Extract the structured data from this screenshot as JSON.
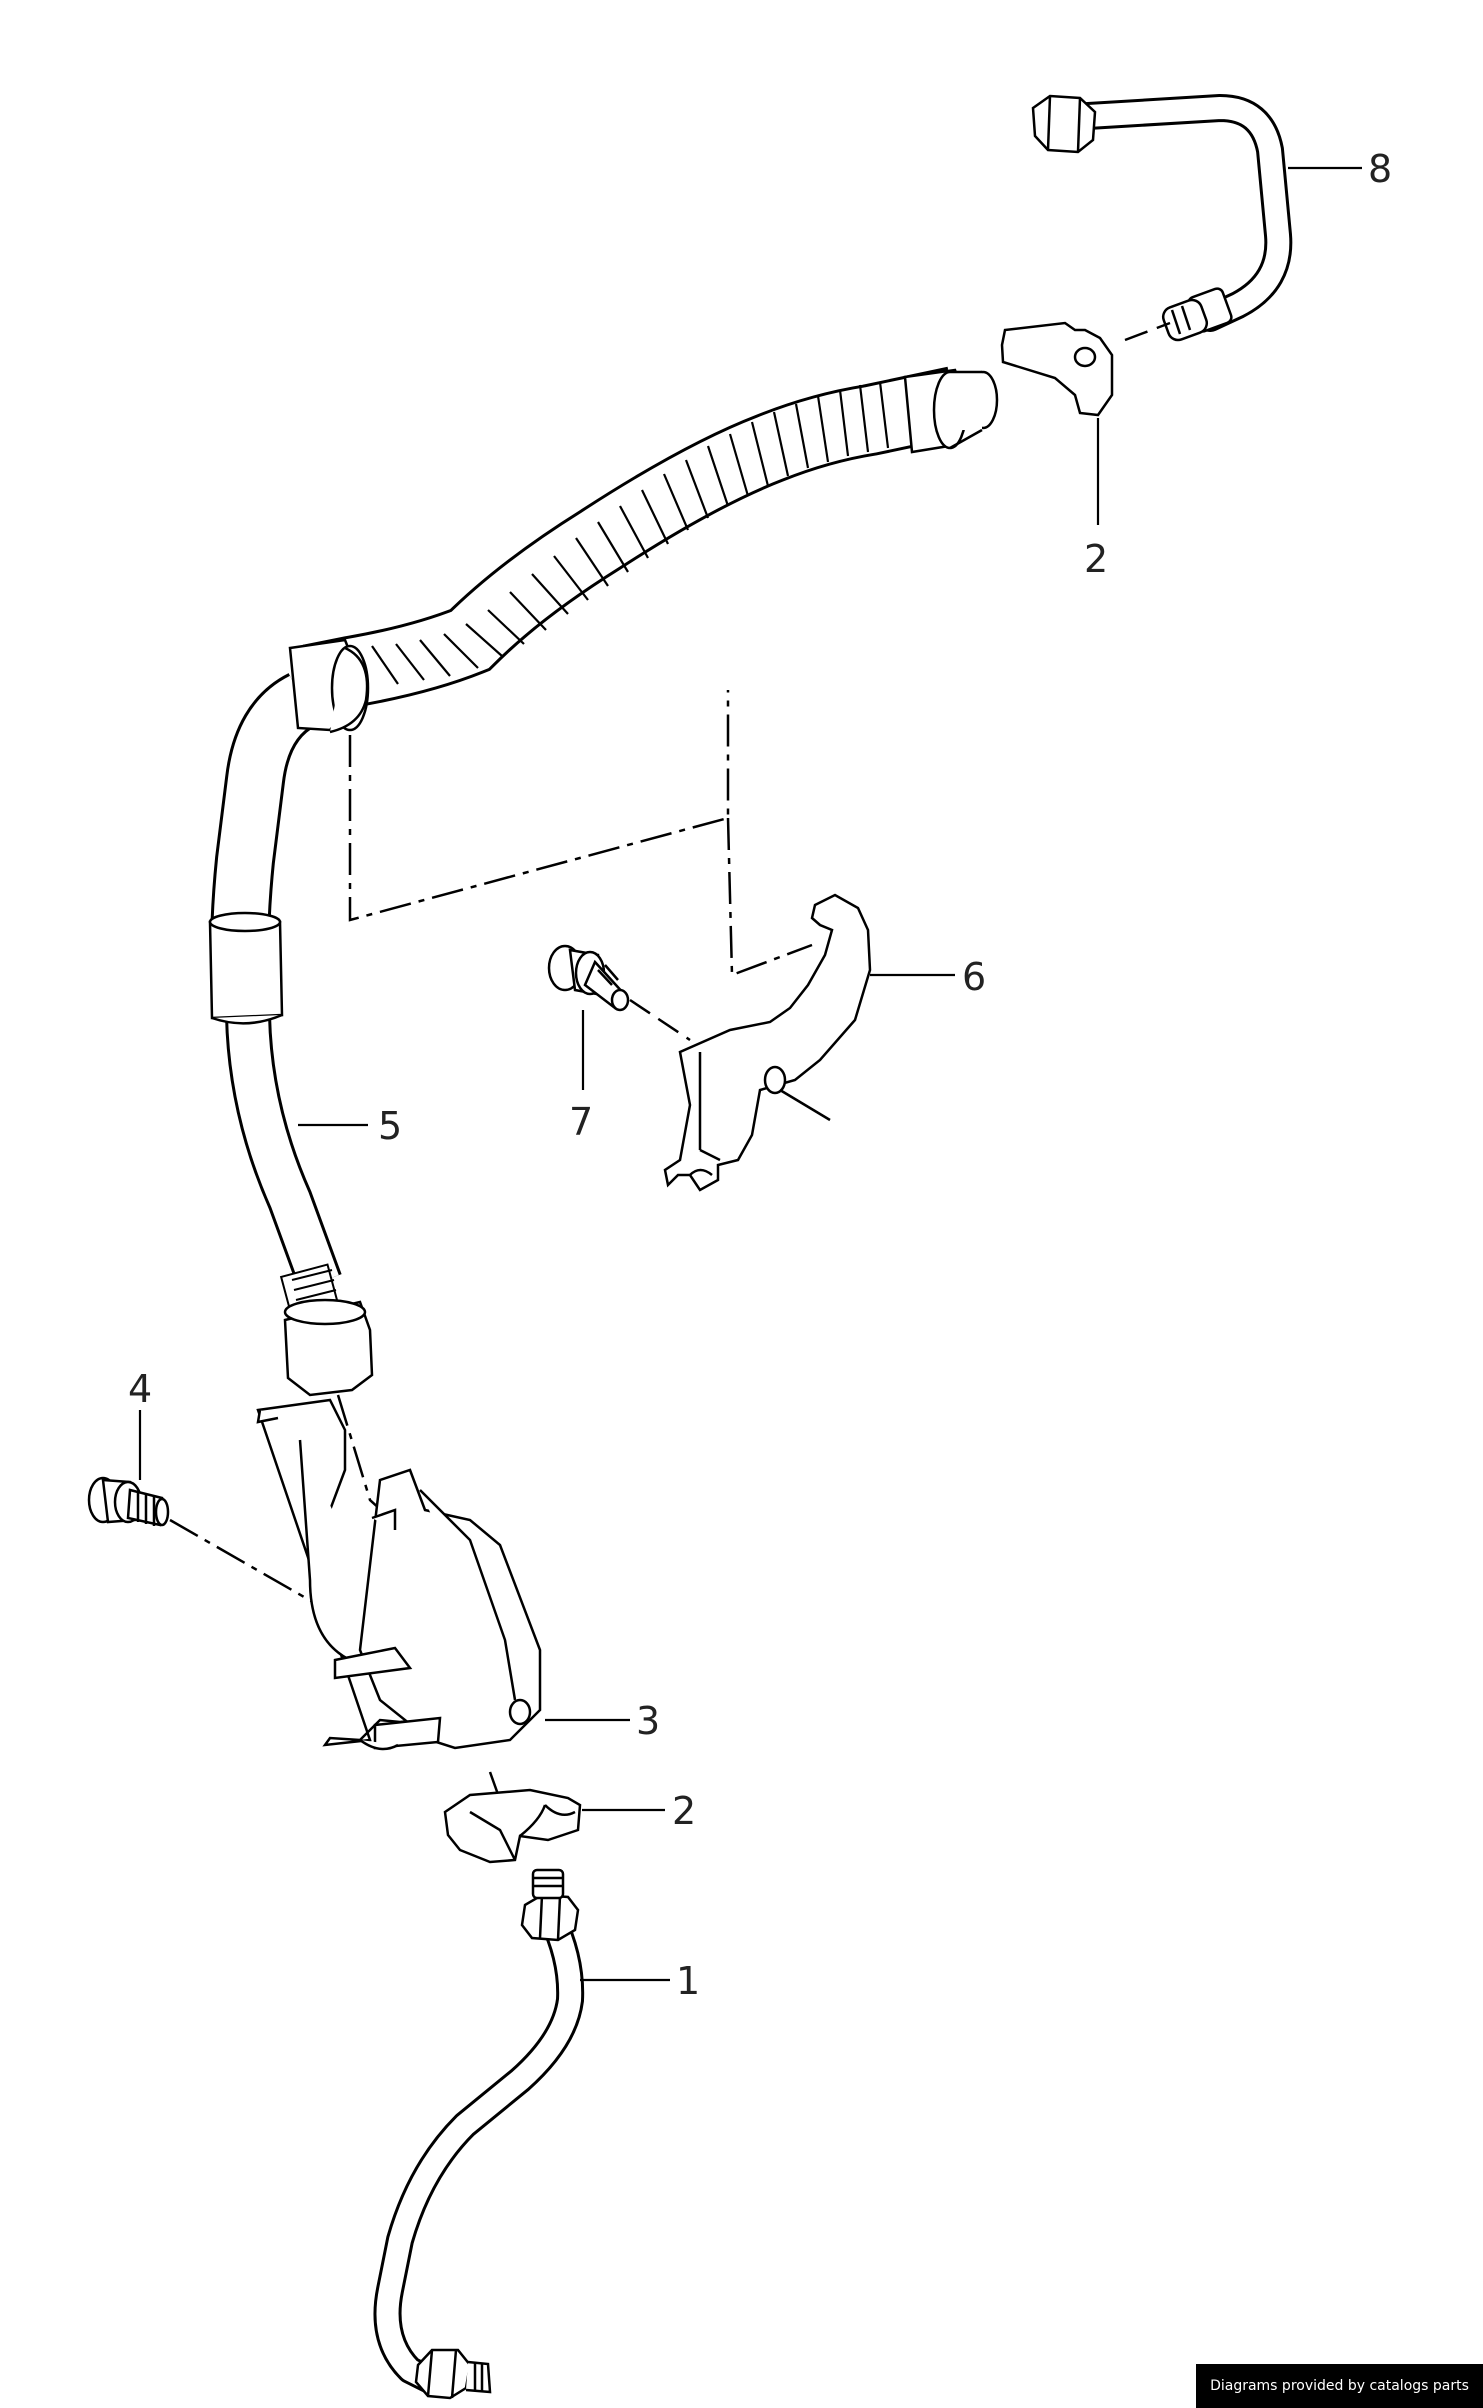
{
  "callouts": {
    "c8": "8",
    "c2_top": "2",
    "c6": "6",
    "c7": "7",
    "c5": "5",
    "c4": "4",
    "c3": "3",
    "c2_bottom": "2",
    "c1": "1"
  },
  "footer": {
    "text": "Diagrams provided by catalogs parts"
  }
}
